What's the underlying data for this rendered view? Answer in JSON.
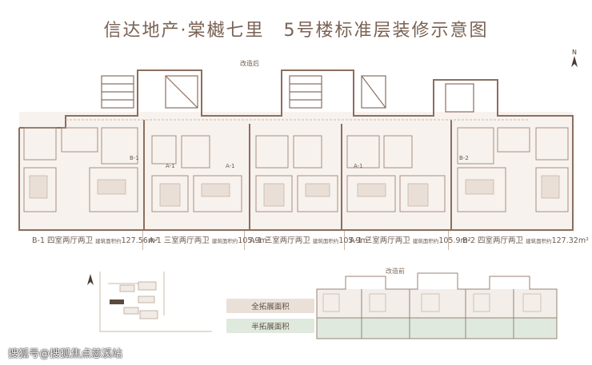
{
  "title": {
    "left": "信达地产·棠樾七里",
    "right": "5号楼标准层装修示意图"
  },
  "plan_label_after": "改造后",
  "plan_label_before": "改造前",
  "north": "N",
  "units": [
    {
      "code": "B-1",
      "type": "四室两厅两卫",
      "area_label": "建筑面积约",
      "area": "127.56",
      "unit": "m²"
    },
    {
      "code": "A-1",
      "type": "三室两厅两卫",
      "area_label": "建筑面积约",
      "area": "105.9",
      "unit": "m²"
    },
    {
      "code": "A-1",
      "type": "三室两厅两卫",
      "area_label": "建筑面积约",
      "area": "105.9",
      "unit": "m²"
    },
    {
      "code": "A-1",
      "type": "三室两厅两卫",
      "area_label": "建筑面积约",
      "area": "105.9",
      "unit": "m²"
    },
    {
      "code": "B-2",
      "type": "四室两厅两卫",
      "area_label": "建筑面积约",
      "area": "127.32",
      "unit": "m²"
    }
  ],
  "unit_marks": [
    "B-1",
    "A-1",
    "A-1",
    "A-1",
    "B-2"
  ],
  "legend": {
    "full": "全拓展面积",
    "half": "半拓展面积"
  },
  "watermark": "搜狐号@搜狐焦点慈溪站",
  "colors": {
    "wall": "#8a6f60",
    "line": "#c9b8aa",
    "title": "#7a6254",
    "legend_full": "#eae0d8",
    "legend_half": "#dfe9de"
  }
}
